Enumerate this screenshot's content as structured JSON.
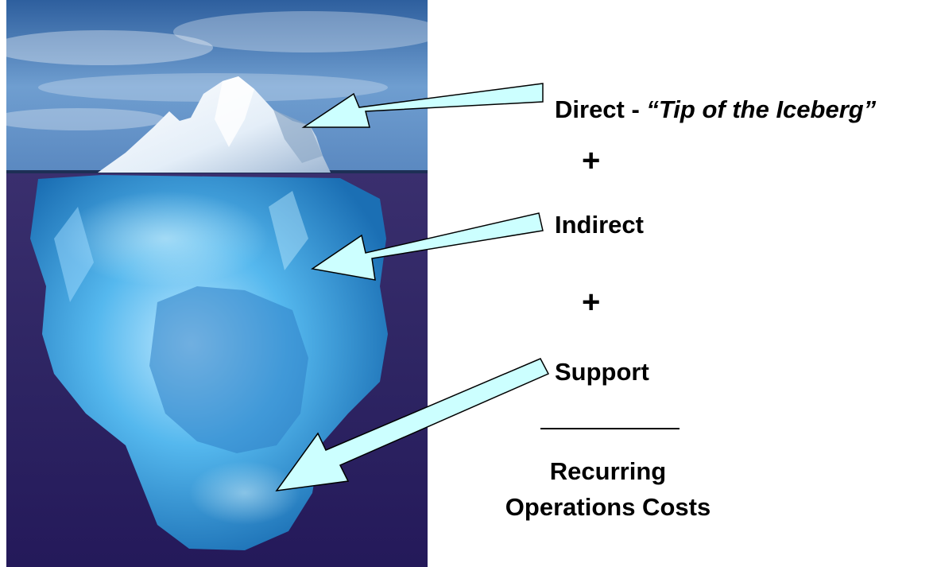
{
  "diagram": {
    "image": {
      "subject": "iceberg above and below waterline"
    },
    "labels": {
      "direct": "Direct - ",
      "direct_quote": "“Tip of the Iceberg”",
      "plus_1": "+",
      "indirect": "Indirect",
      "plus_2": "+",
      "support": "Support",
      "total_line1": "Recurring",
      "total_line2": "Operations Costs"
    },
    "colors": {
      "arrow_fill": "#ccffff",
      "sky_top": "#2e5f9e",
      "sea_deep": "#2a1f5c",
      "ice_top": "#f4f7fb",
      "ice_under": "#3fa7e0"
    }
  }
}
